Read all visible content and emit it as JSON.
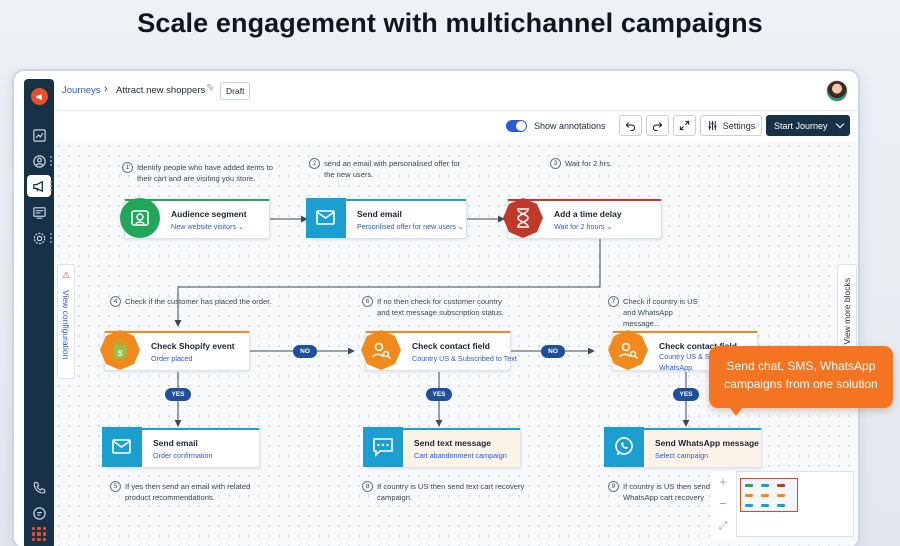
{
  "headline": "Scale engagement with multichannel campaigns",
  "colors": {
    "navy": "#173246",
    "accent_blue": "#2a5bd7",
    "green": "#22a65a",
    "teal": "#1a9fd0",
    "red": "#c0392b",
    "orange": "#f08a1c",
    "callout": "#f47421"
  },
  "nav": {
    "icons": [
      "megaphone-logo-icon",
      "analytics-icon",
      "contacts-icon",
      "campaigns-icon",
      "templates-icon",
      "settings-icon",
      "phone-icon",
      "chat-icon",
      "apps-grid-icon"
    ]
  },
  "header": {
    "breadcrumb_root": "Journeys",
    "breadcrumb_sep": "›",
    "journey_name": "Attract new shoppers",
    "status_badge": "Draft"
  },
  "toolbar": {
    "annotations_label": "Show annotations",
    "annotations_on": true,
    "settings_label": "Settings",
    "start_label": "Start Journey"
  },
  "side_tabs": {
    "left": "View configuration",
    "right": "View more blocks"
  },
  "steps": [
    {
      "n": "1",
      "text": "Identify people who have added items to their cart and are visiting you store."
    },
    {
      "n": "2",
      "text": "send an email with personalised offer for the new users."
    },
    {
      "n": "3",
      "text": "Wait for 2 hrs."
    },
    {
      "n": "4",
      "text": "Check if the customer has placed the order."
    },
    {
      "n": "5",
      "text": "If yes then send an email with related product recommendations."
    },
    {
      "n": "6",
      "text": "If no then check for customer country and text message subscription status."
    },
    {
      "n": "7",
      "text": "Check if country is US and WhatsApp message.."
    },
    {
      "n": "8",
      "text": "If country is US then send text cart recovery campaign."
    },
    {
      "n": "9",
      "text": "If country is US then send WhatsApp cart recovery capmaign."
    }
  ],
  "nodes": {
    "audience": {
      "title": "Audience segment",
      "sub": "New website visitors"
    },
    "email1": {
      "title": "Send email",
      "sub": "Personlised offer for new users"
    },
    "delay": {
      "title": "Add a time delay",
      "sub": "Wait for 2 hours"
    },
    "shopify": {
      "title": "Check Shopify event",
      "sub": "Order placed"
    },
    "contact1": {
      "title": "Check contact field",
      "sub": "Country US & Subscribed to Text"
    },
    "contact2": {
      "title": "Check contact field",
      "sub": "Country US & Subscribed to WhatsApp"
    },
    "email2": {
      "title": "Send email",
      "sub": "Order confirmation"
    },
    "text": {
      "title": "Send text message",
      "sub": "Cart abandonment campaign"
    },
    "whatsapp": {
      "title": "Send WhatsApp message",
      "sub": "Select campaign"
    }
  },
  "branch_labels": {
    "no": "NO",
    "yes": "YES"
  },
  "zoom": {
    "in": "+",
    "out": "−",
    "fit": "⤢"
  },
  "callout": "Send chat, SMS, WhatsApp campaigns from one solution"
}
